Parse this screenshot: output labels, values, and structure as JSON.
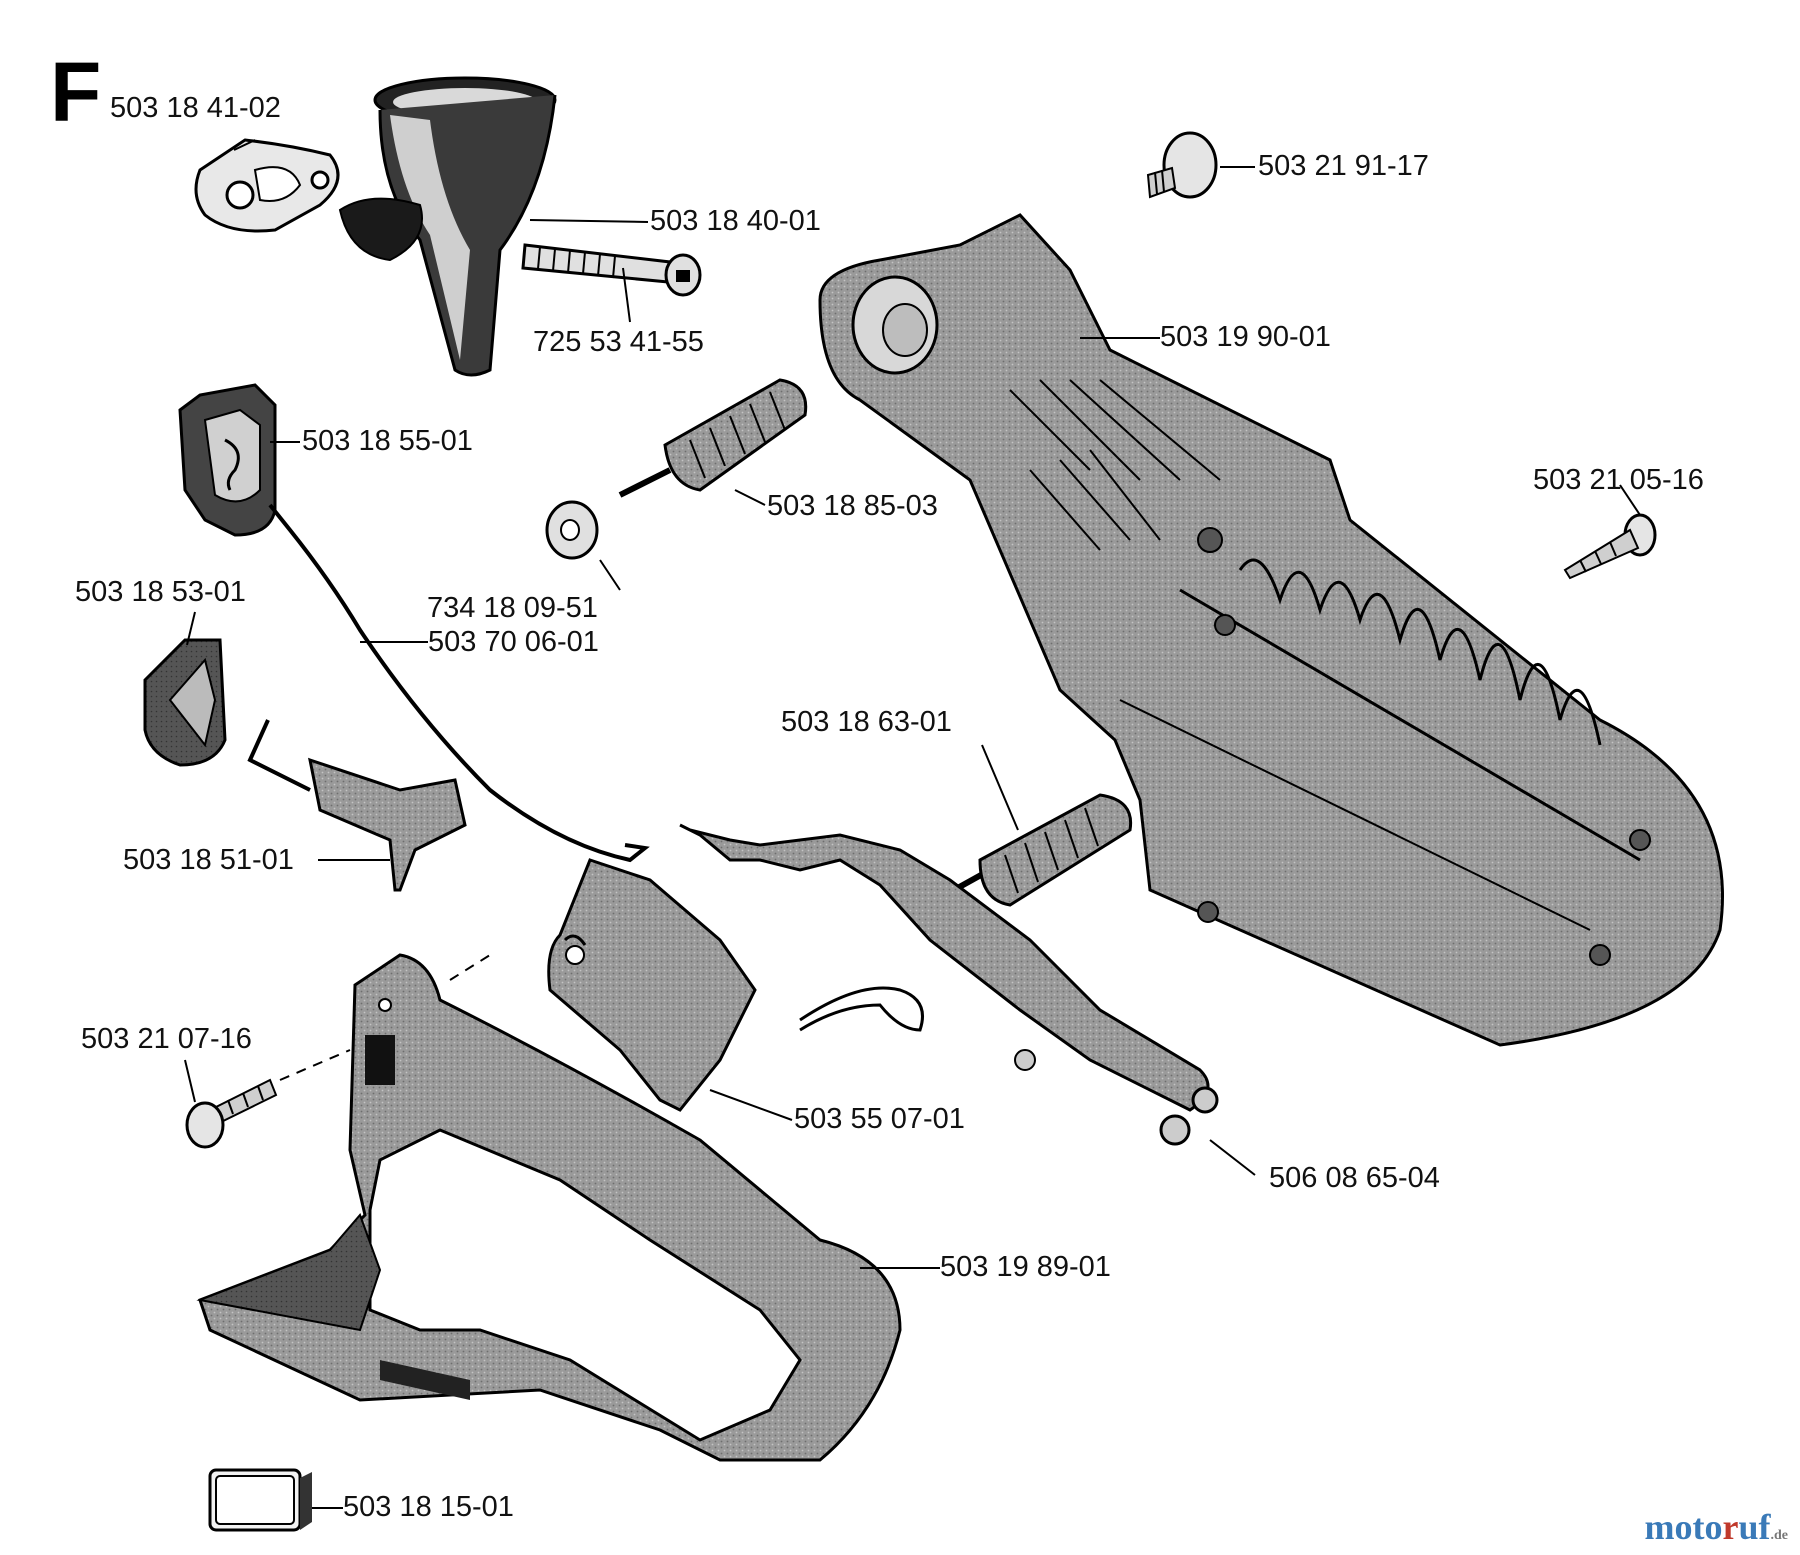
{
  "section_letter": "F",
  "parts": [
    {
      "id": "p1",
      "number": "503 18 41-02"
    },
    {
      "id": "p2",
      "number": "503 18 40-01"
    },
    {
      "id": "p3",
      "number": "725 53 41-55"
    },
    {
      "id": "p4",
      "number": "503 21 91-17"
    },
    {
      "id": "p5",
      "number": "503 19 90-01"
    },
    {
      "id": "p6",
      "number": "503 18 55-01"
    },
    {
      "id": "p7",
      "number": "503 18 85-03"
    },
    {
      "id": "p8",
      "number": "503 21 05-16"
    },
    {
      "id": "p9",
      "number": "734 18 09-51"
    },
    {
      "id": "p10",
      "number": "503 70 06-01"
    },
    {
      "id": "p11",
      "number": "503 18 53-01"
    },
    {
      "id": "p12",
      "number": "503 18 63-01"
    },
    {
      "id": "p13",
      "number": "503 18 51-01"
    },
    {
      "id": "p14",
      "number": "503 21 07-16"
    },
    {
      "id": "p15",
      "number": "503 55 07-01"
    },
    {
      "id": "p16",
      "number": "506 08 65-04"
    },
    {
      "id": "p17",
      "number": "503 19 89-01"
    },
    {
      "id": "p18",
      "number": "503 18 15-01"
    }
  ],
  "watermark": {
    "part1": "moto",
    "part2": "r",
    "part3": "uf",
    "suffix": ".de"
  }
}
